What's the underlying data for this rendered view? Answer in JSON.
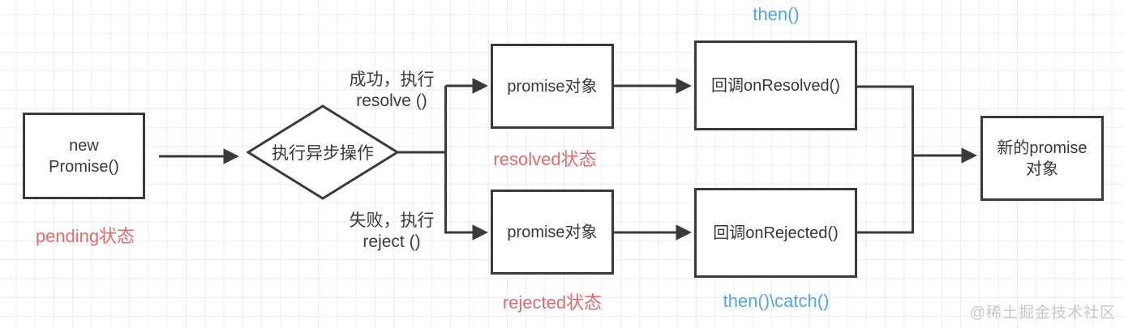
{
  "colors": {
    "line": "#3a3a3a",
    "status_red": "#e06c6c",
    "method_blue": "#52a5e8",
    "watermark_gray": "#c8c8c8"
  },
  "nodes": {
    "new_promise": {
      "label": "new\nPromise()"
    },
    "async_operation": {
      "label": "执行异步操作"
    },
    "resolved_promise": {
      "label": "promise对象"
    },
    "rejected_promise": {
      "label": "promise对象"
    },
    "on_resolved": {
      "label": "回调onResolved()"
    },
    "on_rejected": {
      "label": "回调onRejected()"
    },
    "result_promise": {
      "label": "新的promise\n对象"
    }
  },
  "annotations": {
    "pending_status": "pending状态",
    "resolved_status": "resolved状态",
    "rejected_status": "rejected状态",
    "then_method": "then()",
    "then_catch_method": "then()\\catch()",
    "success_branch": "成功，执行\nresolve ()",
    "fail_branch": "失败，执行\nreject ()"
  },
  "watermark": "@稀土掘金技术社区"
}
